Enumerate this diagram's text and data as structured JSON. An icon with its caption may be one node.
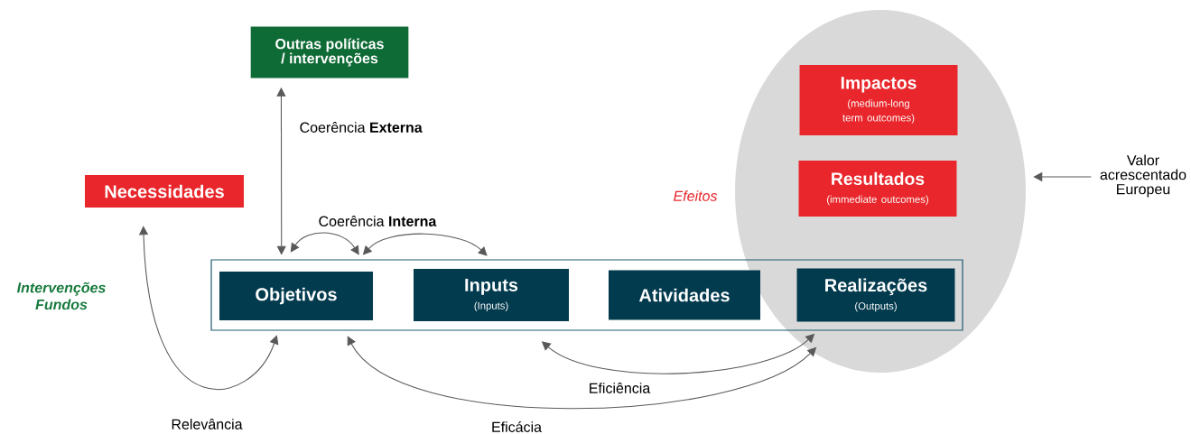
{
  "diagram": {
    "nodes": [
      {
        "text": [
          "Outras políticas / intervenções"
        ]
      },
      {
        "text": [
          "Necessidades"
        ]
      },
      {
        "text": [],
        "shape": "ellipse",
        "beside": [
          "Efeitos"
        ]
      },
      {
        "text": [
          "Impactos",
          "(medium-long term outcomes)"
        ],
        "in": 2
      },
      {
        "text": [
          "Resultados",
          "(immediate outcomes)"
        ],
        "in": 2
      },
      {
        "text": [],
        "shape": "box"
      },
      {
        "text": [
          "Objetivos"
        ],
        "in": 5
      },
      {
        "text": [
          "Inputs",
          "(Inputs)"
        ],
        "in": 5
      },
      {
        "text": [
          "Atividades"
        ],
        "in": 5
      },
      {
        "text": [
          "Realizações",
          "(Outputs)"
        ]
      },
      {
        "text": [
          "Valor acrescentado Europeu"
        ]
      }
    ],
    "edges": [
      {
        "from": 6,
        "to": 0,
        "arrow": "both",
        "label": "Coerência **Externa**"
      },
      {
        "from": 6,
        "to": 6,
        "arrow": "both"
      },
      {
        "from": 6,
        "to": 7,
        "arrow": "both",
        "label": "Coerência **Interna**"
      },
      {
        "from": 1,
        "to": 6,
        "arrow": "both",
        "label": "Relevância"
      },
      {
        "from": 7,
        "to": 9,
        "arrow": "both",
        "label": "Eficiência"
      },
      {
        "from": 6,
        "to": 9,
        "arrow": "both",
        "label": "Eficácia"
      },
      {
        "from": 10,
        "to": 2,
        "arrow": "to"
      }
    ],
    "labels": [
      "Intervenções Fundos"
    ]
  }
}
